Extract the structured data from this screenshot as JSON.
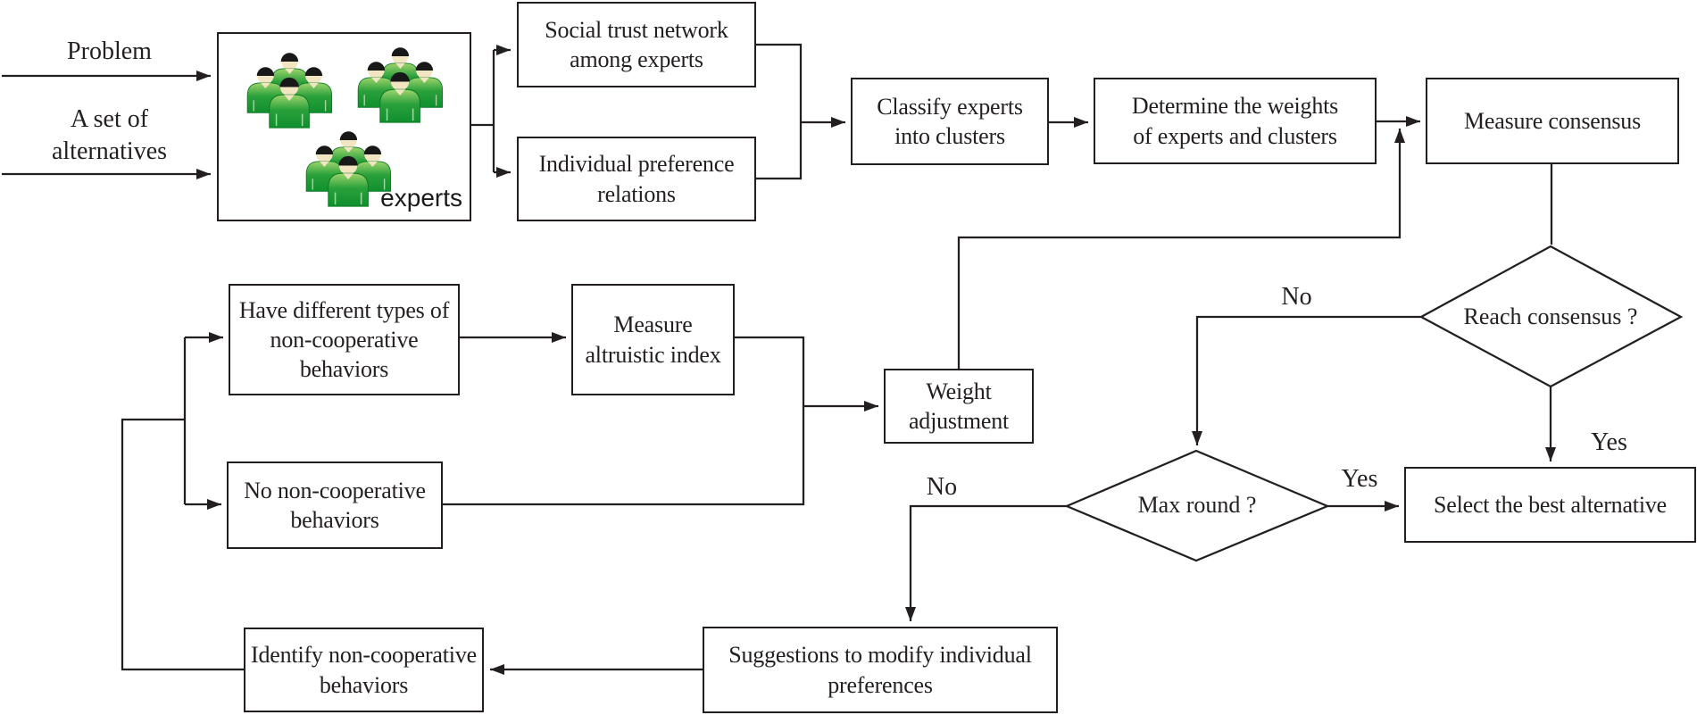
{
  "figure": {
    "type": "flowchart",
    "topic": "Consensus reaching process with social trust network and non-cooperative behavior management"
  },
  "inputs": {
    "problem": "Problem",
    "alternatives": "A set of\nalternatives"
  },
  "nodes": {
    "experts_label": "experts",
    "social_trust": "Social trust network\namong experts",
    "individual_pref": "Individual preference\nrelations",
    "classify": "Classify experts\ninto clusters",
    "determine": "Determine the weights\nof experts and clusters",
    "measure_consensus": "Measure consensus",
    "have_types": "Have different types of\nnon-cooperative\nbehaviors",
    "measure_altruistic": "Measure\naltruistic index",
    "no_noncoop": "No non-cooperative\nbehaviors",
    "weight_adjustment": "Weight\nadjustment",
    "select_best": "Select the best alternative",
    "suggestions": "Suggestions to modify individual\npreferences",
    "identify": "Identify non-cooperative\nbehaviors"
  },
  "decisions": {
    "reach_consensus": "Reach consensus ?",
    "max_round": "Max round ?"
  },
  "edge_labels": {
    "reach_no": "No",
    "reach_yes": "Yes",
    "max_round_no": "No",
    "max_round_yes": "Yes"
  },
  "colors": {
    "line": "#231f20",
    "box_fill": "#ffffff",
    "person_body_light": "#9ed46d",
    "person_body_mid": "#2aa13b",
    "person_body_dark": "#0f8f2e",
    "person_face": "#f2e6c2",
    "person_hair": "#181818"
  }
}
